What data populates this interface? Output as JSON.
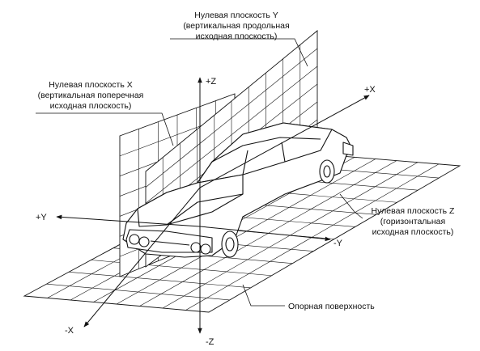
{
  "labels": {
    "plane_y": {
      "line1": "Нулевая плоскость Y",
      "line2": "(вертикальная продольная",
      "line3": "исходная плоскость)"
    },
    "plane_x": {
      "line1": "Нулевая плоскость X",
      "line2": "(вертикальная поперечная",
      "line3": "исходная плоскость)"
    },
    "plane_z": {
      "line1": "Нулевая плоскость Z",
      "line2": "(горизонтальная",
      "line3": "исходная плоскость)"
    },
    "reference_surface": "Опорная поверхность"
  },
  "axes": {
    "pos_z": "+Z",
    "neg_z": "-Z",
    "pos_x": "+X",
    "neg_x": "-X",
    "pos_y": "+Y",
    "neg_y": "-Y"
  },
  "colors": {
    "ink": "#111111",
    "background": "#ffffff"
  }
}
